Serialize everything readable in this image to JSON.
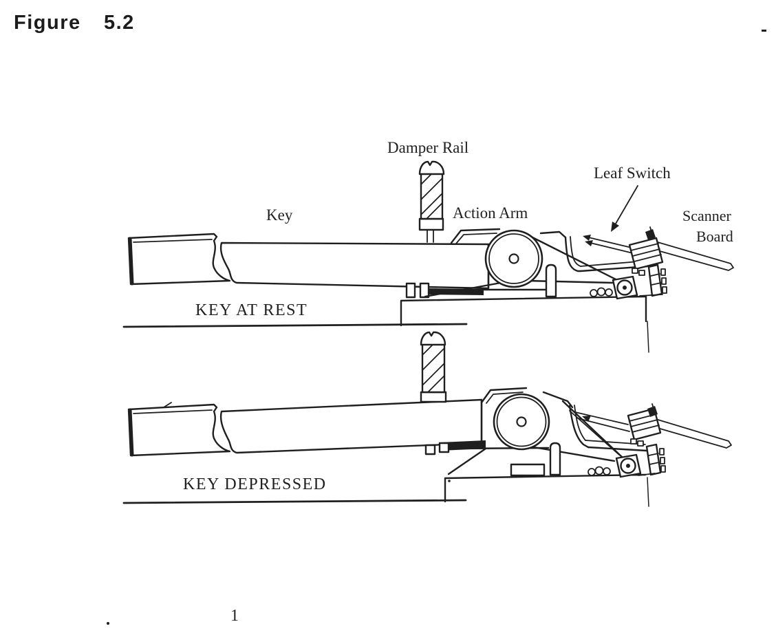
{
  "page": {
    "figure_label": "Figure",
    "figure_number": "5.2",
    "page_number": "1",
    "background_color": "#ffffff",
    "ink_color": "#1f1f1f"
  },
  "top_diagram": {
    "caption": "KEY AT REST",
    "labels": {
      "damper_rail": "Damper Rail",
      "key": "Key",
      "action_arm": "Action Arm",
      "leaf_switch": "Leaf Switch",
      "scanner_line1": "Scanner",
      "scanner_line2": "Board"
    }
  },
  "bottom_diagram": {
    "caption": "KEY DEPRESSED"
  }
}
